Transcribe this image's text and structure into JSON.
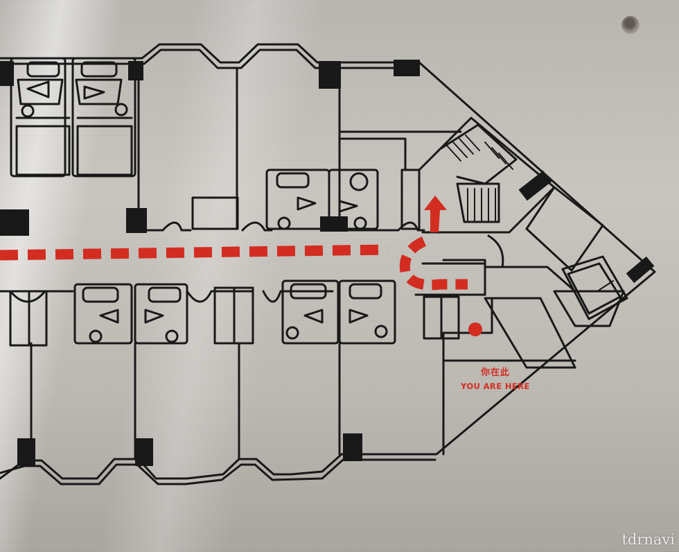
{
  "map": {
    "marker_label_cn": "你在此",
    "marker_label_en": "YOU ARE HERE",
    "watermark": "tdrnavi"
  },
  "colors": {
    "wall": "#151515",
    "route": "#d42a1f",
    "plate": "#c4c0ba"
  },
  "icons": {
    "route_arrow": "arrow-up-icon",
    "location_marker": "red-dot-icon",
    "mounting_screw": "screw-icon"
  }
}
